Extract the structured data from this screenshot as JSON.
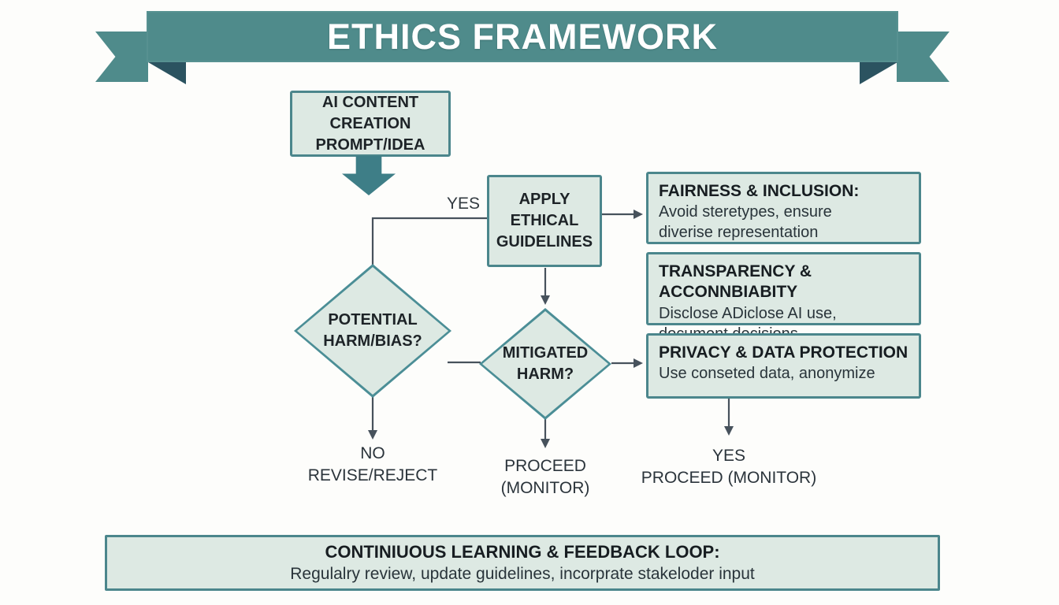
{
  "banner": {
    "title": "ETHICS FRAMEWORK"
  },
  "colors": {
    "ribbon_teal": "#4f8b8b",
    "ribbon_fold_dark": "#2b5360",
    "node_fill": "#dde9e3",
    "node_border": "#4b868c",
    "connector_gray": "#47525c",
    "big_arrow_teal": "#3e7e87",
    "text_dark": "#1d2327"
  },
  "flowchart": {
    "start": {
      "line1": "AI CONTENT CREATION",
      "line2": "PROMPT/IDEA"
    },
    "decision1": {
      "line1": "POTENTIAL",
      "line2": "HARM/BIAS?"
    },
    "yes_label": "YES",
    "apply_box": {
      "line1": "APPLY",
      "line2": "ETHICAL",
      "line3": "GUIDELINES"
    },
    "decision2": {
      "line1": "MITIGATED",
      "line2": "HARM?"
    },
    "principles": [
      {
        "title": "FAIRNESS & INCLUSION:",
        "body": [
          "Avoid steretypes, ensure",
          "diverise representation"
        ]
      },
      {
        "title": "TRANSPARENCY & ACCONNBIABITY",
        "body": [
          "Disclose ADiclose AI use,",
          "document decisions"
        ]
      },
      {
        "title": "PRIVACY & DATA PROTECTION",
        "body": [
          "Use conseted data, anonymize"
        ]
      }
    ],
    "outcomes": {
      "no": {
        "line1": "NO",
        "line2": "REVISE/REJECT"
      },
      "proceed": {
        "line1": "PROCEED",
        "line2": "(MONITOR)"
      },
      "yes_proceed": {
        "line1": "YES",
        "line2": "PROCEED (MONITOR)"
      }
    },
    "footer": {
      "title": "CONTINIUOUS LEARNING & FEEDBACK LOOP:",
      "body": "Regulalry review, update guidelines, incorprate stakeloder input"
    }
  }
}
